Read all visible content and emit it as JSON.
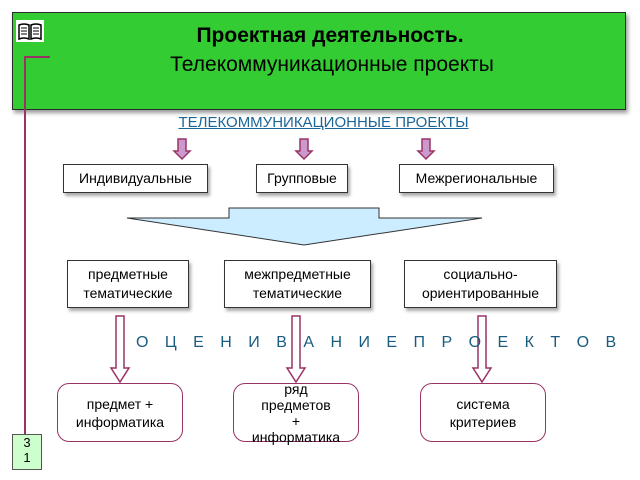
{
  "header": {
    "title_line1": "Проектная деятельность.",
    "title_line2": "Телекоммуникационные проекты",
    "background": "#33cc33"
  },
  "subheading": "ТЕЛЕКОММУНИКАЦИОННЫЕ ПРОЕКТЫ",
  "types": [
    "Индивидуальные",
    "Групповые",
    "Межрегиональные"
  ],
  "categories": [
    [
      "предметные",
      "тематические"
    ],
    [
      "межпредметные",
      "тематические"
    ],
    [
      "социально-",
      "ориентированные"
    ]
  ],
  "evaluation_label": "О Ц Е Н И В А Н И Е   П Р О Е К Т О В",
  "criteria": [
    [
      "предмет +",
      "информатика"
    ],
    [
      "ряд",
      "предметов",
      "+",
      "информатика"
    ],
    [
      "система",
      "критериев"
    ]
  ],
  "page_number": [
    "3",
    "1"
  ],
  "colors": {
    "accent": "#993366",
    "arrow_fill": "#cc99cc",
    "funnel_fill": "#ccecff",
    "link_text": "#1a6699"
  },
  "icons": [
    "book-icon"
  ]
}
